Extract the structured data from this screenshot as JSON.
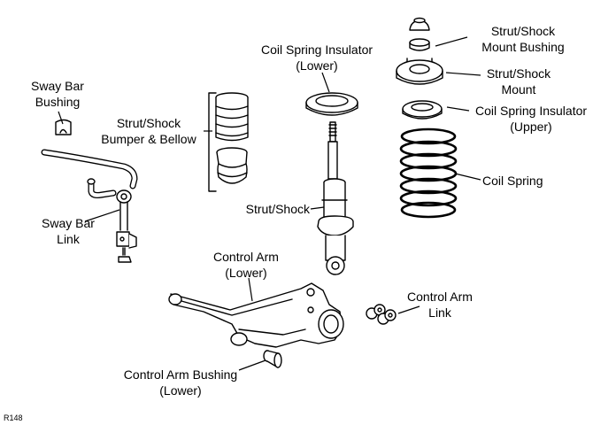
{
  "figure_id": "R148",
  "labels": {
    "sway_bar_bushing": [
      "Sway Bar",
      "Bushing"
    ],
    "strut_bumper": [
      "Strut/Shock",
      "Bumper & Bellow"
    ],
    "coil_insulator_lower": [
      "Coil Spring Insulator",
      "(Lower)"
    ],
    "mount_bushing": [
      "Strut/Shock",
      "Mount Bushing"
    ],
    "mount": [
      "Strut/Shock",
      "Mount"
    ],
    "coil_insulator_upper": [
      "Coil Spring Insulator",
      "(Upper)"
    ],
    "coil_spring": [
      "Coil Spring"
    ],
    "strut_shock": [
      "Strut/Shock"
    ],
    "sway_bar_link": [
      "Sway Bar",
      "Link"
    ],
    "control_arm_lower": [
      "Control Arm",
      "(Lower)"
    ],
    "control_arm_link": [
      "Control Arm",
      "Link"
    ],
    "control_arm_bushing": [
      "Control Arm Bushing",
      "(Lower)"
    ]
  }
}
